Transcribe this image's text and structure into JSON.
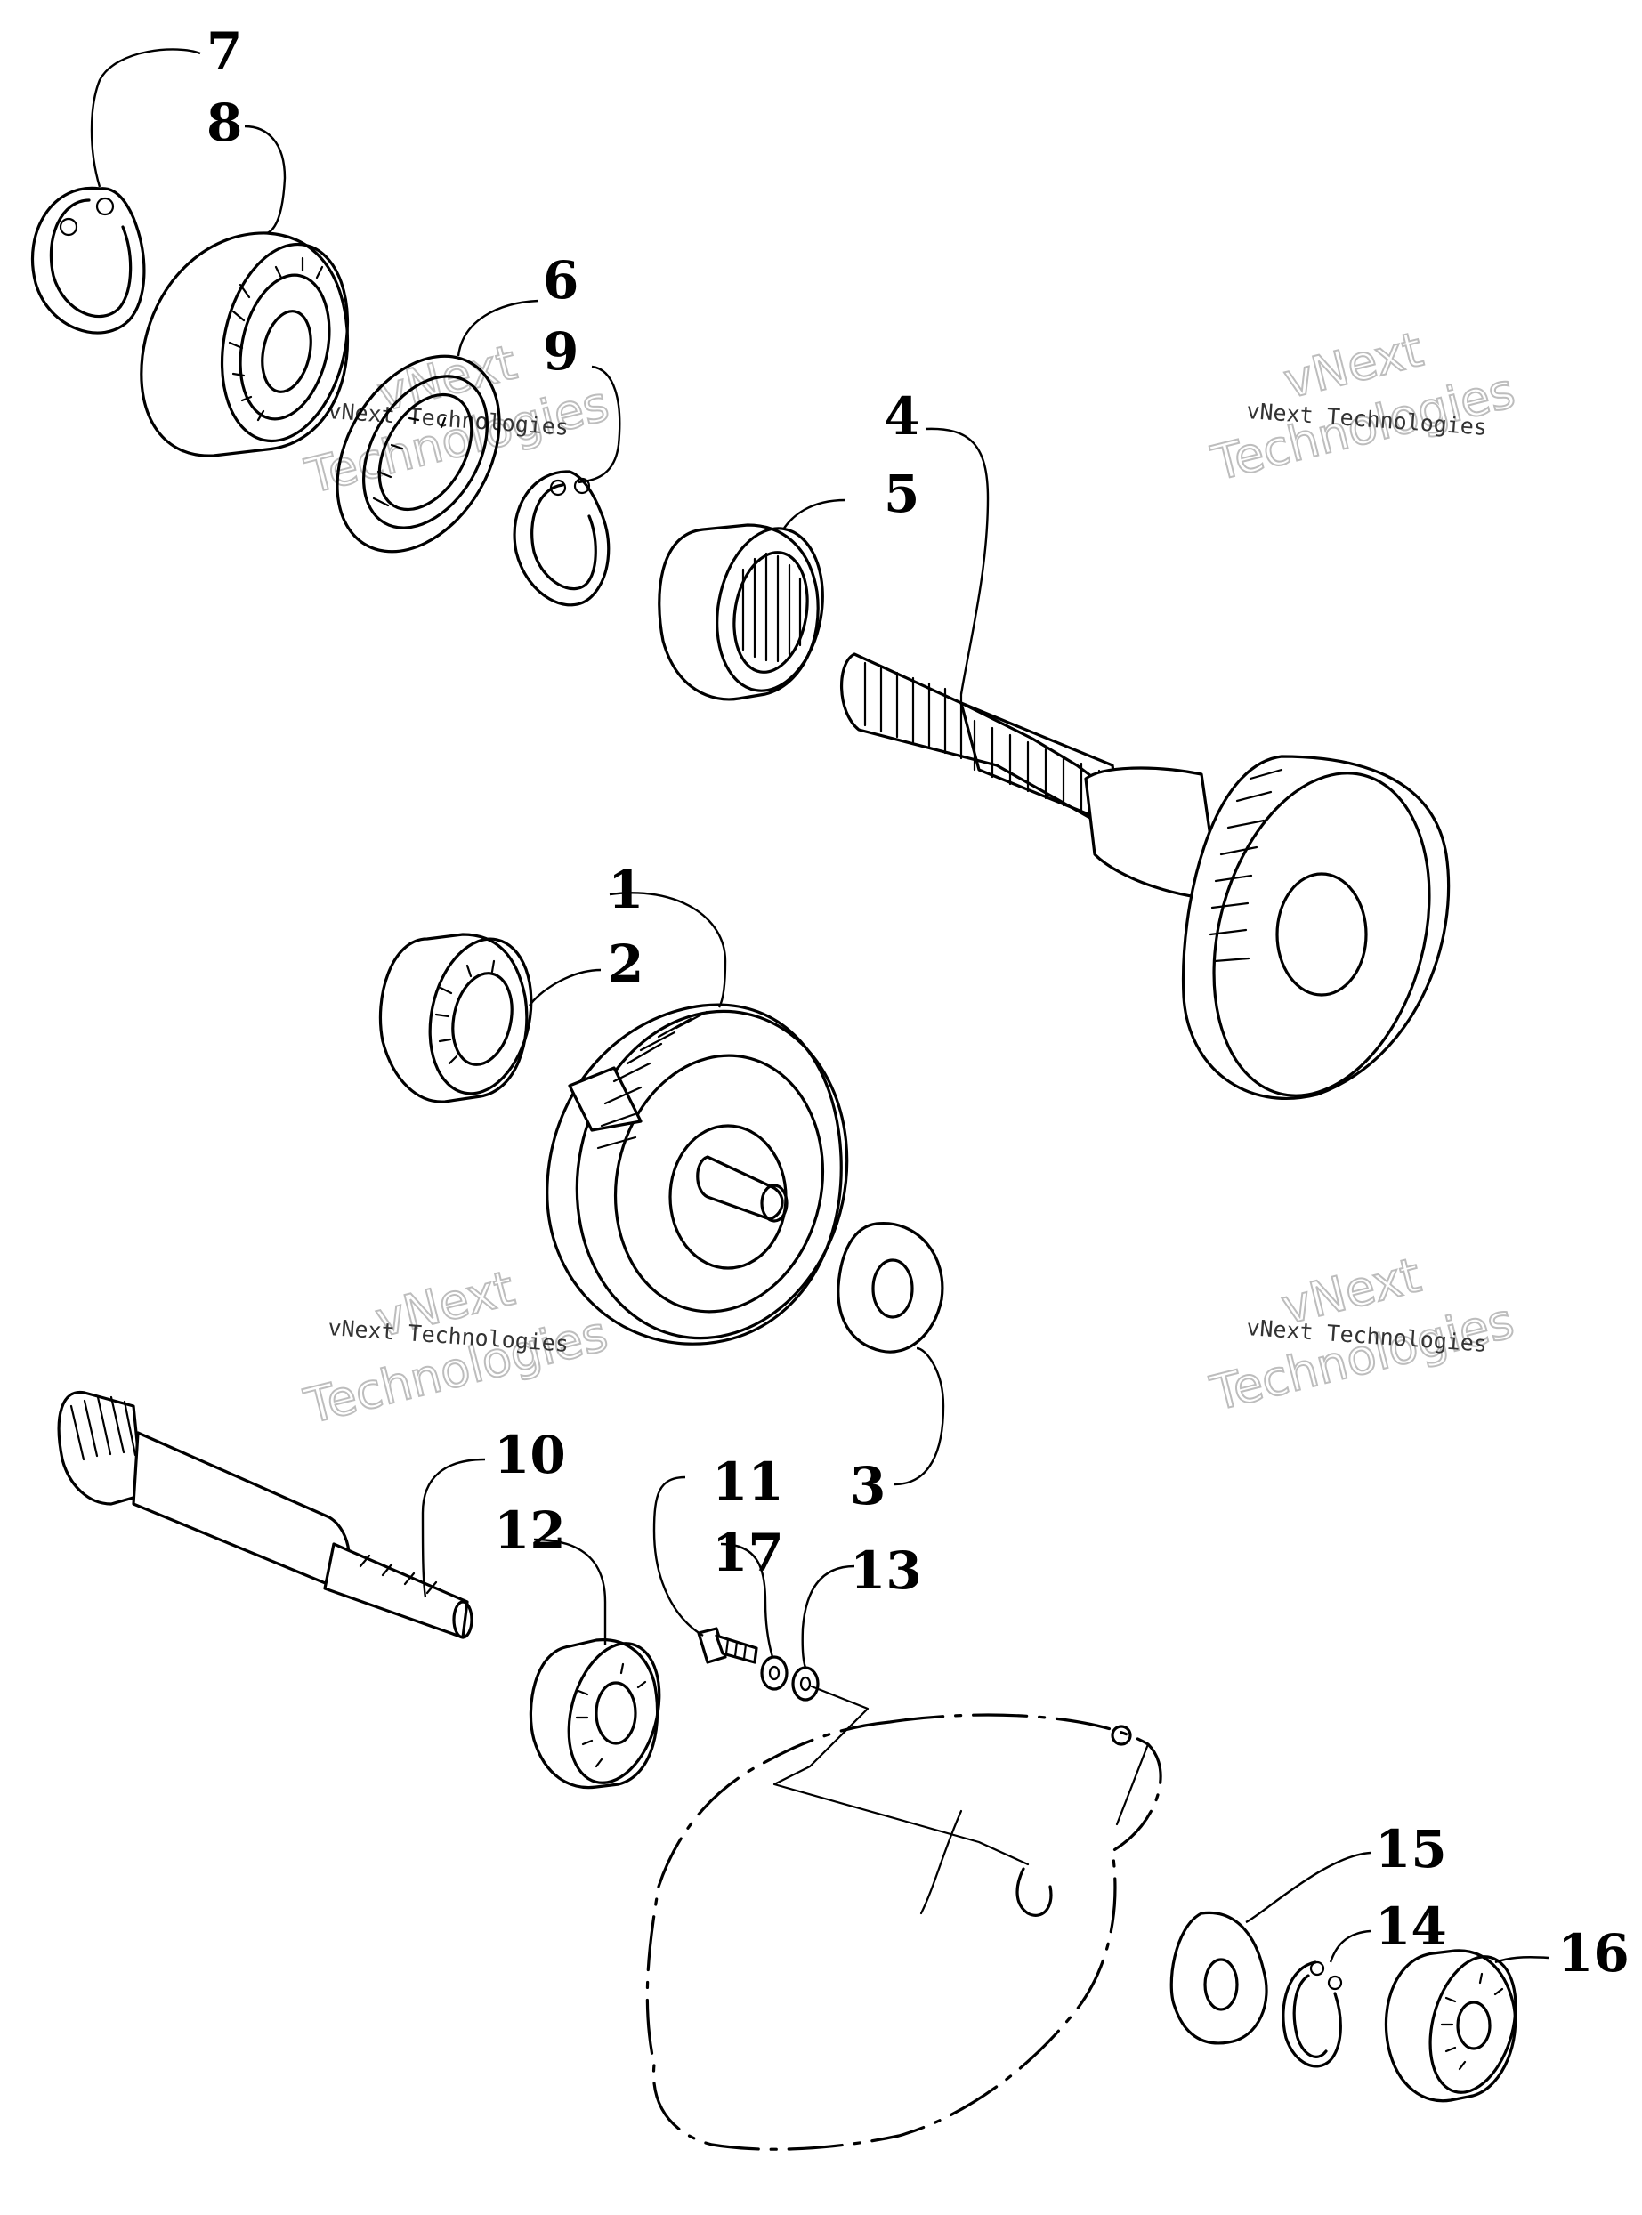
{
  "watermark": {
    "line1": "vNext",
    "line2": "Technologies",
    "small": "vNext Technologies"
  },
  "callouts": [
    "1",
    "2",
    "3",
    "4",
    "5",
    "6",
    "7",
    "8",
    "9",
    "10",
    "11",
    "12",
    "13",
    "14",
    "15",
    "16",
    "17"
  ]
}
